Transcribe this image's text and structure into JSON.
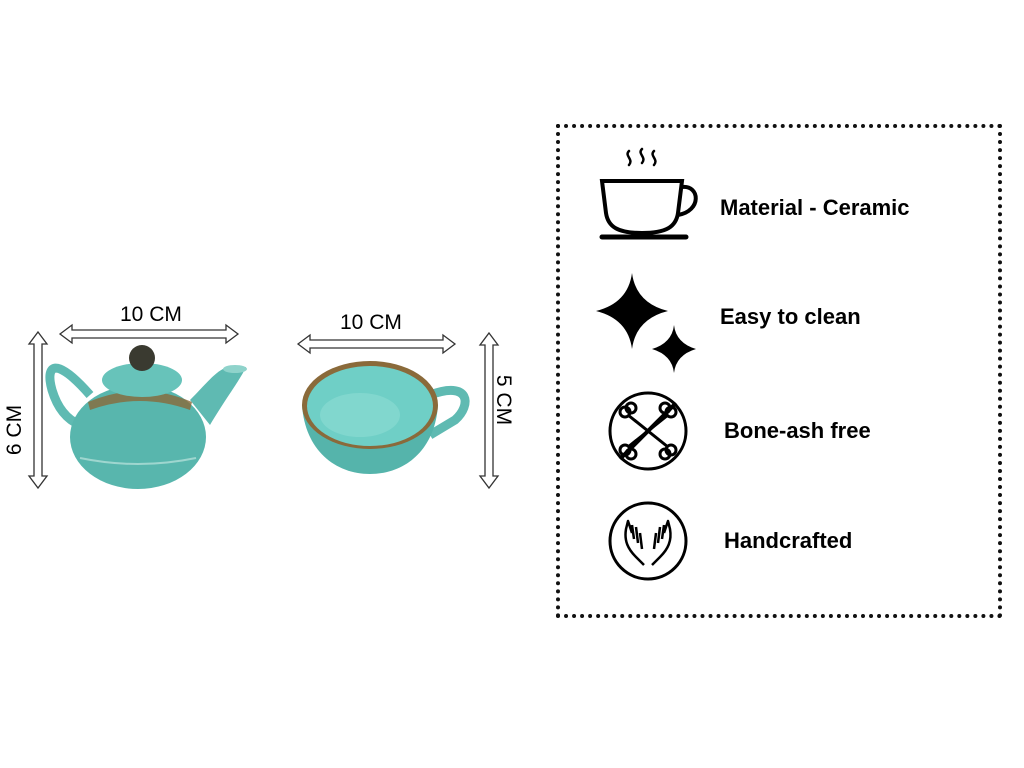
{
  "products": {
    "teapot": {
      "width_label": "10 CM",
      "height_label": "6 CM"
    },
    "cup": {
      "width_label": "10 CM",
      "height_label": "5 CM"
    }
  },
  "features": [
    {
      "icon": "coffee-cup-icon",
      "label": "Material - Ceramic"
    },
    {
      "icon": "sparkle-icon",
      "label": "Easy to clean"
    },
    {
      "icon": "no-bone-icon",
      "label": "Bone-ash free"
    },
    {
      "icon": "hands-icon",
      "label": "Handcrafted"
    }
  ],
  "colors": {
    "glaze": "#5fc0b8",
    "rim": "#8a6a3a",
    "knob": "#3a3a30",
    "border": "#111111"
  }
}
